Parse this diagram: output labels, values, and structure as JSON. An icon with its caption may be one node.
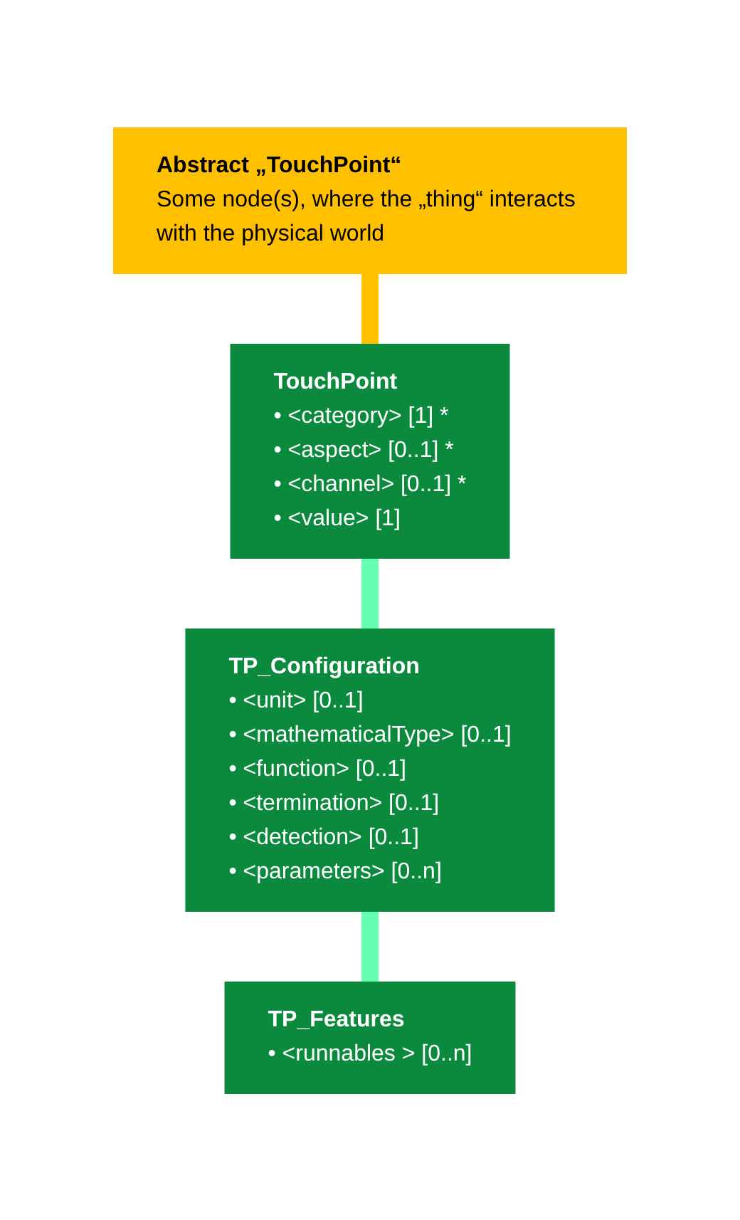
{
  "diagram": {
    "nodes": [
      {
        "text": [
          "Abstract „TouchPoint“",
          "Some node(s), where the „thing“ interacts with the physical world"
        ]
      },
      {
        "text": [
          "TouchPoint",
          "• <category> [1] *",
          "• <aspect> [0..1] *",
          "• <channel> [0..1] *",
          "• <value> [1]"
        ]
      },
      {
        "text": [
          "TP_Configuration",
          "• <unit> [0..1]",
          "• <mathematicalType> [0..1]",
          "• <function> [0..1]",
          "• <termination> [0..1]",
          "• <detection> [0..1]",
          "• <parameters> [0..n]"
        ]
      },
      {
        "text": [
          "TP_Features",
          "• <runnables > [0..n]"
        ]
      }
    ],
    "edges": [
      {
        "from": 0,
        "to": 1,
        "arrow": "none",
        "color": "#ffc000"
      },
      {
        "from": 1,
        "to": 2,
        "arrow": "none"
      },
      {
        "from": 2,
        "to": 3,
        "arrow": "none"
      }
    ]
  }
}
